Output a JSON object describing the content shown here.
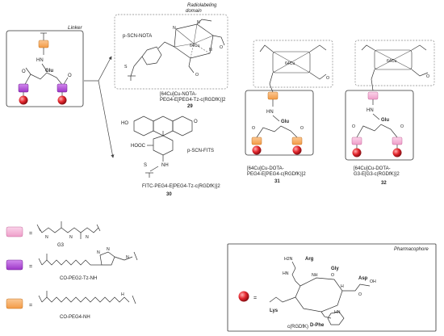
{
  "colors": {
    "orange": "#f6a55a",
    "purple": "#b14fd8",
    "pink": "#f4b2d6",
    "red": "#e3262d",
    "line": "#333333"
  },
  "icons": [
    "orange-linker-square-icon",
    "purple-linker-square-icon",
    "pink-linker-square-icon",
    "red-sphere-icon"
  ],
  "linker": {
    "title": "Linker",
    "glu": "Glu",
    "nh": "HN"
  },
  "radiolabel": {
    "title": "Radiolabeling domain",
    "title_l1": "Radiolabeling",
    "title_l2": "domain",
    "reagent": "p-SCN-NOTA",
    "metal": "64Cu",
    "caption_l1": "[64Cu]Cu-NOTA-",
    "caption_l2": "PEG4-E[PEG4-Tz-c(RGDfK)]2",
    "number": "29"
  },
  "fitc": {
    "ho": "HO",
    "o": "O",
    "cooh": "HOOC",
    "nh": "NH",
    "s": "S",
    "reagent": "p-SCN-FITS",
    "caption": "FITC-PEG4-E[PEG4-Tz-c(RGDfK)]2",
    "number": "30"
  },
  "compound31": {
    "metal": "64Cu",
    "hn": "HN",
    "glu": "Glu",
    "caption_l1": "[64Cu]Cu-DOTA-",
    "caption_l2": "PEG4-E[PEG4-c(RGDfK)]2",
    "number": "31"
  },
  "compound32": {
    "metal": "64Cu",
    "hn": "HN",
    "glu": "Glu",
    "caption_l1": "[64Cu]Cu-DOTA-",
    "caption_l2": "G3-E[G3-c(RGDfK)]2",
    "number": "32"
  },
  "legend": {
    "equals": "=",
    "g3_label": "G3",
    "peg2_label": "CO-PEG2-Tz-NH",
    "peg4_label": "CO-PEG4-NH",
    "nh": "H",
    "n": "N"
  },
  "pharmacophore": {
    "title": "Pharmacophore",
    "arg": "Arg",
    "gly": "Gly",
    "asp": "Asp",
    "lys": "Lys",
    "dphe": "D-Phe",
    "name": "c(RGDfK)",
    "h2n": "H2N",
    "nh": "NH",
    "hn": "HN",
    "h": "H",
    "o": "O",
    "oh": "OH"
  }
}
